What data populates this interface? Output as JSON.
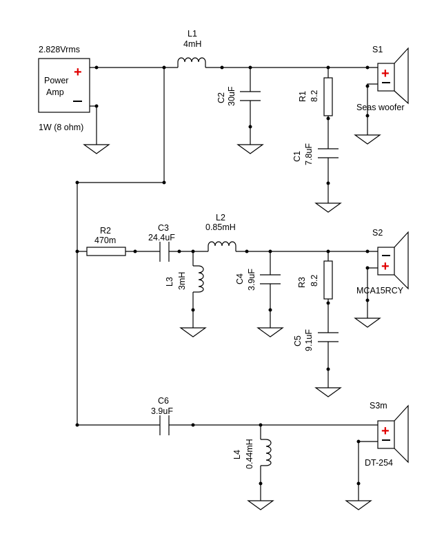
{
  "source": {
    "voltage": "2.828Vrms",
    "name_line1": "Power",
    "name_line2": "Amp",
    "power": "1W (8 ohm)",
    "plus": "+"
  },
  "components": {
    "L1": {
      "ref": "L1",
      "value": "4mH"
    },
    "C2": {
      "ref": "C2",
      "value": "30uF"
    },
    "R1": {
      "ref": "R1",
      "value": "8.2"
    },
    "C1": {
      "ref": "C1",
      "value": "7.8uF"
    },
    "R2": {
      "ref": "R2",
      "value": "470m"
    },
    "C3": {
      "ref": "C3",
      "value": "24.4uF"
    },
    "L2": {
      "ref": "L2",
      "value": "0.85mH"
    },
    "L3": {
      "ref": "L3",
      "value": "3mH"
    },
    "C4": {
      "ref": "C4",
      "value": "3.9uF"
    },
    "R3": {
      "ref": "R3",
      "value": "8.2"
    },
    "C5": {
      "ref": "C5",
      "value": "9.1uF"
    },
    "C6": {
      "ref": "C6",
      "value": "3.9uF"
    },
    "L4": {
      "ref": "L4",
      "value": "0.44mH"
    }
  },
  "speakers": {
    "S1": {
      "ref": "S1",
      "model": "Seas woofer"
    },
    "S2": {
      "ref": "S2",
      "model": "MCA15RCY"
    },
    "S3": {
      "ref": "S3m",
      "model": "DT-254"
    }
  },
  "polarity": {
    "plus": "+"
  },
  "colors": {
    "polarity": "#e00000",
    "line": "#000000",
    "background": "#ffffff"
  }
}
